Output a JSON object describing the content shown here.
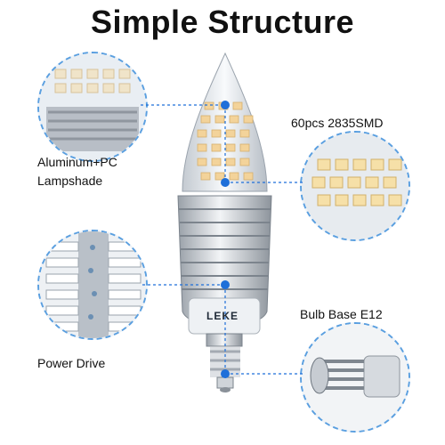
{
  "title": "Simple Structure",
  "brand": "LEKE",
  "callouts": {
    "lampshade": "Aluminum+PC\nLampshade",
    "leds": "60pcs 2835SMD",
    "driver": "Power Drive",
    "base": "Bulb Base E12"
  },
  "colors": {
    "accent_blue": "#1e6fd9",
    "dashed_circle": "#5a9fe0",
    "silver": "#c9ccd1",
    "led_yellow": "#f3d39a"
  },
  "icons": [
    "led-chip-icon",
    "heat-sink-icon",
    "screw-base-icon"
  ]
}
